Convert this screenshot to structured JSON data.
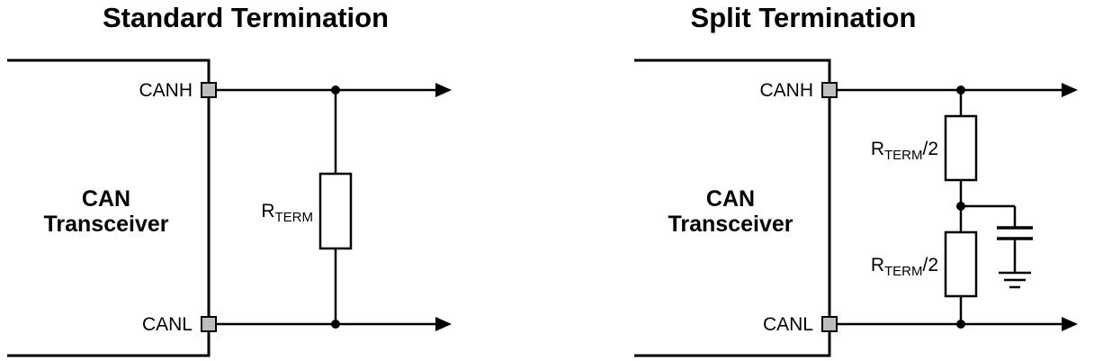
{
  "diagrams": {
    "standard": {
      "title": "Standard Termination",
      "transceiver_line1": "CAN",
      "transceiver_line2": "Transceiver",
      "canh": "CANH",
      "canl": "CANL",
      "resistor": {
        "base": "R",
        "sub": "TERM",
        "suffix": ""
      }
    },
    "split": {
      "title": "Split Termination",
      "transceiver_line1": "CAN",
      "transceiver_line2": "Transceiver",
      "canh": "CANH",
      "canl": "CANL",
      "resistor_top": {
        "base": "R",
        "sub": "TERM",
        "suffix": "/2"
      },
      "resistor_bottom": {
        "base": "R",
        "sub": "TERM",
        "suffix": "/2"
      }
    }
  },
  "colors": {
    "stroke": "#000000",
    "pin_fill": "#bdbdbd",
    "background": "#ffffff"
  }
}
